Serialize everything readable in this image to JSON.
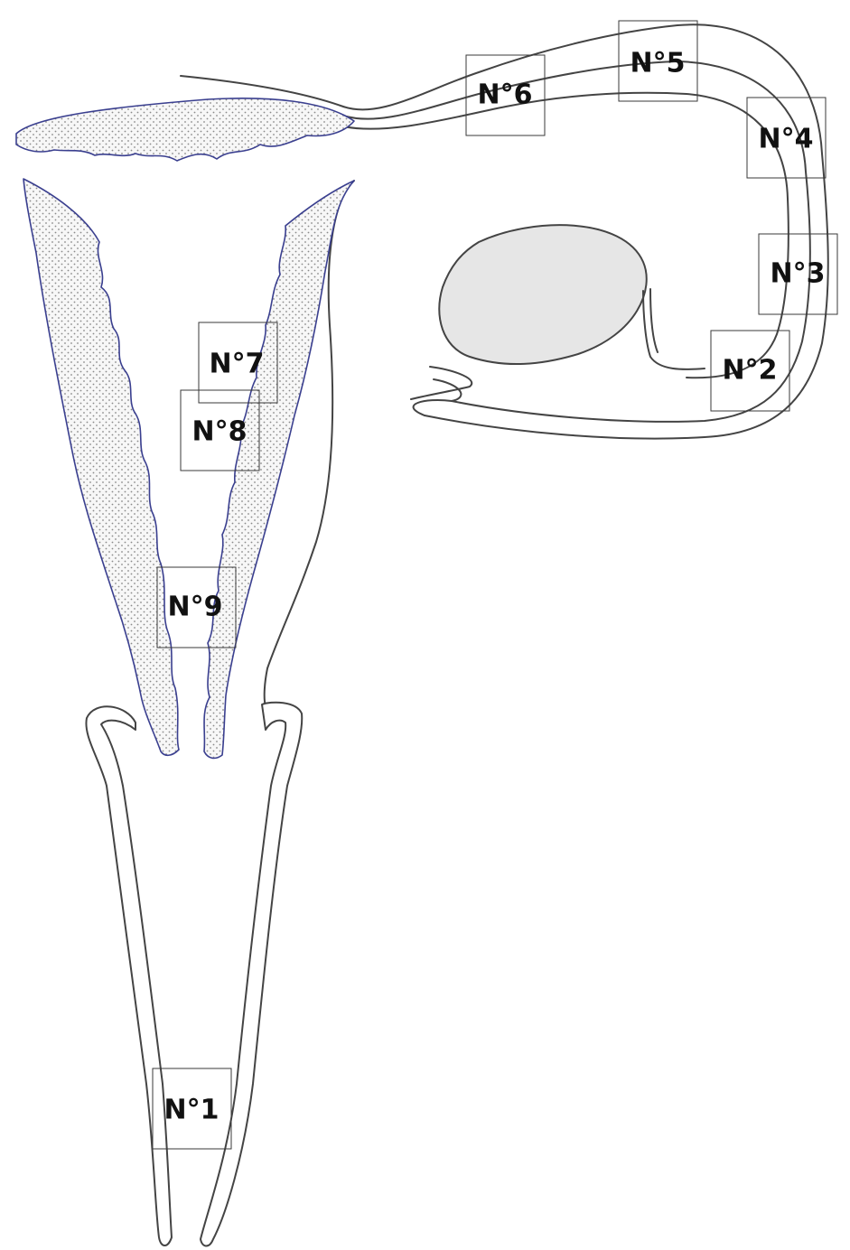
{
  "colors": {
    "outline": "#444444",
    "mucosa_border": "#3a3f8f",
    "mucosa_dots": "#8a8a8a",
    "ovary_fill": "#e6e6e6",
    "label_text": "#111111"
  },
  "labels": [
    {
      "id": "n1",
      "text": "N°1"
    },
    {
      "id": "n2",
      "text": "N°2"
    },
    {
      "id": "n3",
      "text": "N°3"
    },
    {
      "id": "n4",
      "text": "N°4"
    },
    {
      "id": "n5",
      "text": "N°5"
    },
    {
      "id": "n6",
      "text": "N°6"
    },
    {
      "id": "n7",
      "text": "N°7"
    },
    {
      "id": "n8",
      "text": "N°8"
    },
    {
      "id": "n9",
      "text": "N°9"
    }
  ]
}
